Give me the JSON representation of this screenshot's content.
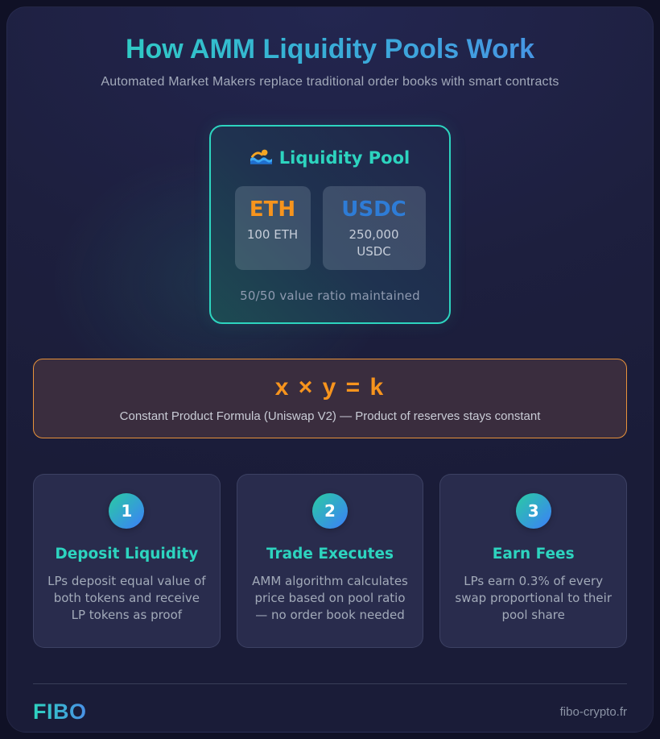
{
  "header": {
    "title": "How AMM Liquidity Pools Work",
    "subtitle": "Automated Market Makers replace traditional order books with smart contracts"
  },
  "pool_card": {
    "icon": "swimmer-icon",
    "title": "Liquidity Pool",
    "tokens": [
      {
        "symbol": "ETH",
        "amount": "100 ETH",
        "color": "#f7941d"
      },
      {
        "symbol": "USDC",
        "amount": "250,000 USDC",
        "color": "#2e7cd6"
      }
    ],
    "ratio_note": "50/50 value ratio maintained"
  },
  "formula": {
    "equation": "x × y = k",
    "caption": "Constant Product Formula (Uniswap V2) — Product of reserves stays constant"
  },
  "steps": [
    {
      "number": "1",
      "title": "Deposit Liquidity",
      "description": "LPs deposit equal value of both tokens and receive LP tokens as proof"
    },
    {
      "number": "2",
      "title": "Trade Executes",
      "description": "AMM algorithm calculates price based on pool ratio — no order book needed"
    },
    {
      "number": "3",
      "title": "Earn Fees",
      "description": "LPs earn 0.3% of every swap proportional to their pool share"
    }
  ],
  "footer": {
    "brand": "FIBO",
    "website": "fibo-crypto.fr"
  },
  "colors": {
    "teal": "#2dd4bf",
    "blue": "#4a8fe7",
    "orange": "#f7941d",
    "usdc_blue": "#2e7cd6"
  }
}
